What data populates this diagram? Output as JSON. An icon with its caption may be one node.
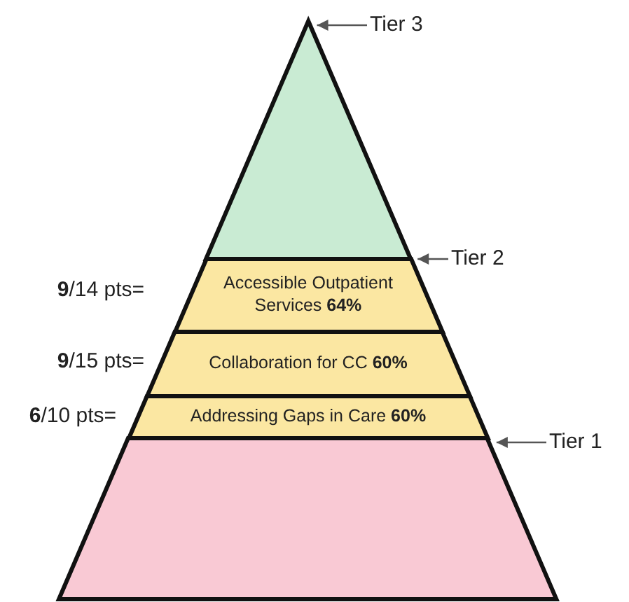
{
  "diagram": {
    "nodes": [
      {
        "text": [],
        "shape": "triangle"
      },
      {
        "text": [
          "Accessible Outpatient Services **64%**"
        ],
        "beside": [
          "**9**/14 pts="
        ]
      },
      {
        "text": [
          "Collaboration for CC **60%**"
        ],
        "beside": [
          "**9**/15 pts="
        ]
      },
      {
        "text": [
          "Addressing Gaps in Care **60%**"
        ],
        "beside": [
          "**6**/10 pts="
        ]
      },
      {
        "text": [],
        "shape": "trapezoid"
      },
      {
        "text": [
          "Tier 3"
        ]
      },
      {
        "text": [
          "Tier 2"
        ]
      },
      {
        "text": [
          "Tier 1"
        ]
      }
    ],
    "edges": [
      {
        "from": 5,
        "to": 0,
        "arrow": "to"
      },
      {
        "from": 6,
        "to": 1,
        "arrow": "to"
      },
      {
        "from": 7,
        "to": 4,
        "arrow": "to"
      }
    ]
  }
}
